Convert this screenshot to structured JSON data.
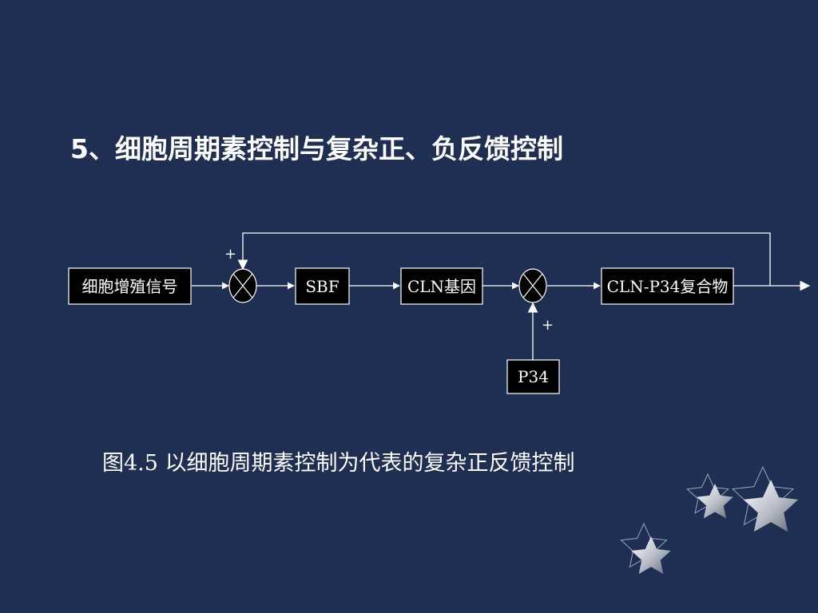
{
  "slide": {
    "title": "5、细胞周期素控制与复杂正、负反馈控制",
    "caption": "图4.5 以细胞周期素控制为代表的复杂正反馈控制"
  },
  "diagram": {
    "nodes": {
      "signal": "细胞增殖信号",
      "sbf": "SBF",
      "cln": "CLN基因",
      "complex": "CLN-P34复合物",
      "p34": "P34"
    },
    "signs": {
      "feedback_plus": "+",
      "p34_plus": "+"
    }
  },
  "colors": {
    "background": "#1f2f54",
    "box_fill": "#000000",
    "line": "#ffffff",
    "text": "#ffffff"
  }
}
